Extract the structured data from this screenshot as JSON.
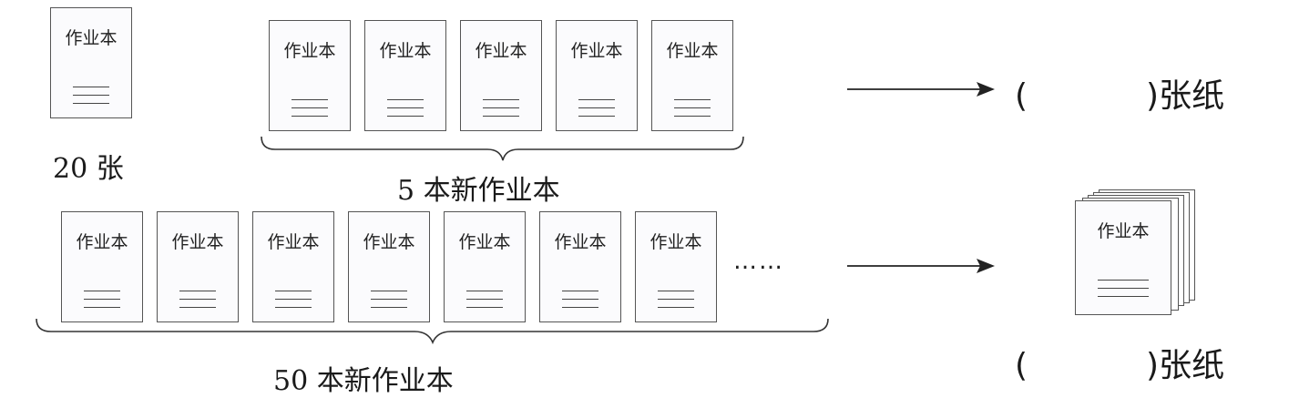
{
  "book_label": "作业本",
  "single_caption": "20 张",
  "group_small_caption": "5 本新作业本",
  "group_large_caption": "50 本新作业本",
  "answer_open": "(",
  "answer_close": ")张纸",
  "ellipsis": "……",
  "group_small_count_shown": 5,
  "group_large_count_shown": 7
}
